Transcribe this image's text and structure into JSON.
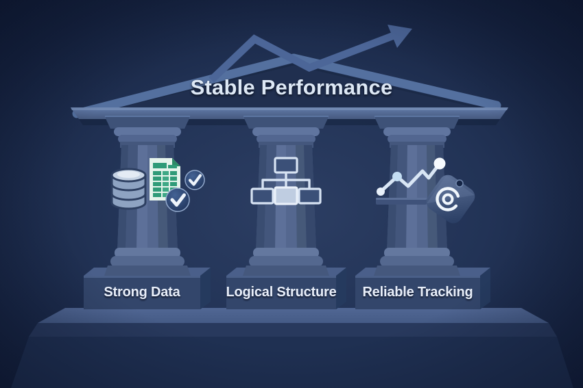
{
  "title": "Stable Performance",
  "pillars": [
    {
      "label": "Strong Data",
      "icon": "database-spreadsheet-check-icon"
    },
    {
      "label": "Logical Structure",
      "icon": "org-chart-icon"
    },
    {
      "label": "Reliable Tracking",
      "icon": "trend-chart-price-tag-icon"
    }
  ],
  "decorations": {
    "arrow": "upward-trend-arrow",
    "building": "temple-with-three-pillars"
  },
  "colors": {
    "background": "#16233f",
    "structure_light": "#54709f",
    "column": "#495c83",
    "plinth_front": "#33466b",
    "text_light": "#dde8f5",
    "spreadsheet_green": "#2f9b78",
    "badge_blue": "#2a4471"
  }
}
